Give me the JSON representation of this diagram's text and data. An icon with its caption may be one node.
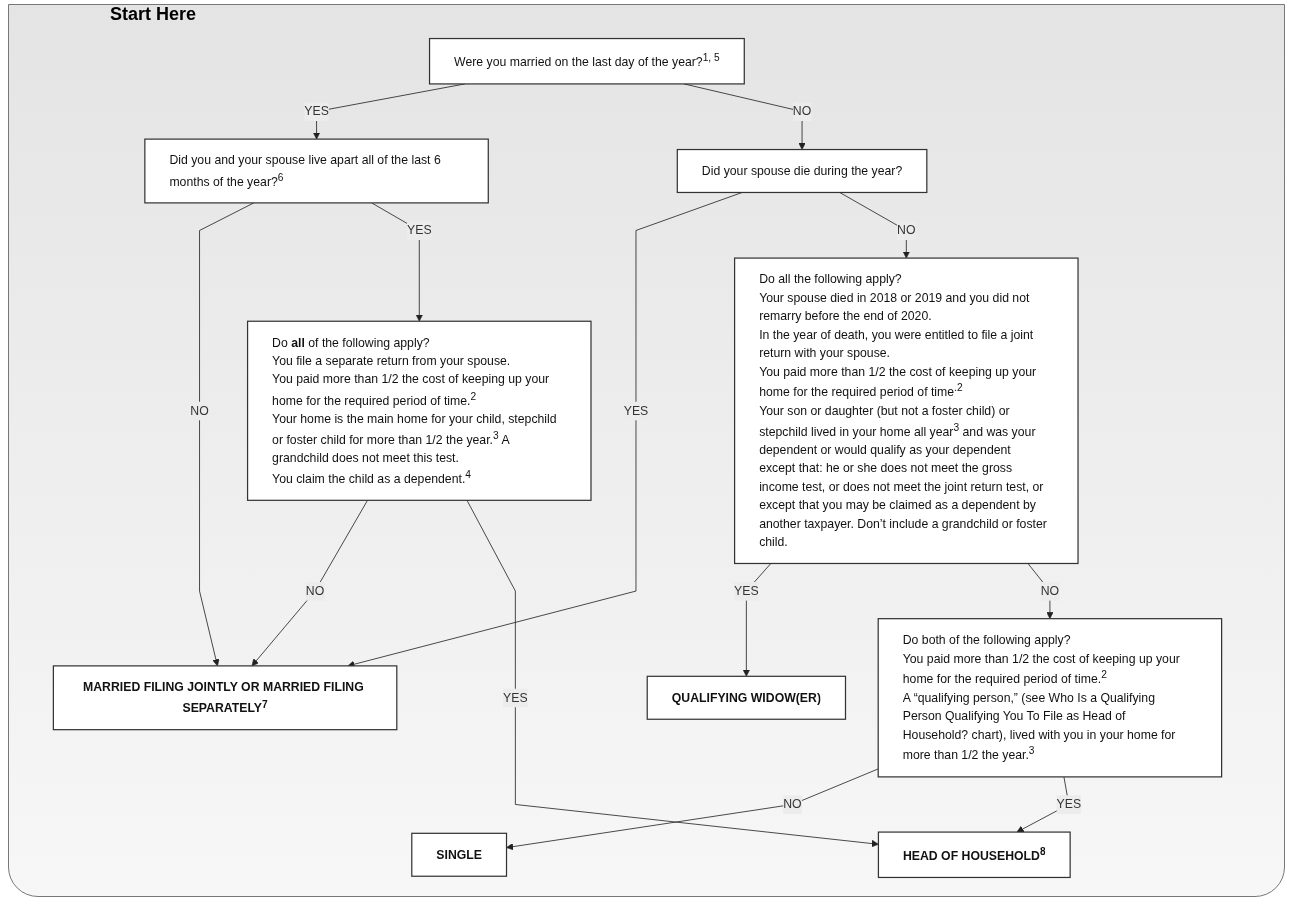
{
  "diagram": {
    "title": "Start Here",
    "nodes": [
      {
        "text": [
          "Were you married on the last day of the year?$^{1, 5}$"
        ]
      },
      {
        "text": [
          "Did your spouse die during the year?"
        ]
      },
      {
        "text": [
          "MARRIED FILING JOINTLY OR MARRIED FILING SEPARATELY$^{7}$"
        ]
      },
      {
        "text": [
          "Did you and your spouse live apart all of the last 6 months of the year?$^{6}$"
        ]
      },
      {
        "text": [
          "Do all the following apply?",
          "Your spouse died in 2018 or 2019 and you did not remarry before the end of 2020.",
          "In the year of death, you were entitled to file a joint return with your spouse.",
          "You paid more than 1/2 the cost of keeping up your home for the required period of time$^{.2}$",
          "Your son or daughter (but not a foster child) or stepchild lived in your home all year$^{3}$ and was your dependent or would qualify as your dependent except that: he or she does not meet the gross income test, or does not meet the joint return test, or except that you may be claimed as a dependent by another taxpayer. Don’t include a grandchild or foster child."
        ]
      },
      {
        "text": [
          "Do **all** of the following apply?",
          "You file a separate return from your spouse.",
          "You paid more than 1/2 the cost of keeping up your home for the required period of time.$^{2}$",
          "Your home is the main home for your child, stepchild or foster child for more than 1/2 the year.$^{3}$ A grandchild does not meet this test.",
          "You claim the child as a dependent.$^{4}$"
        ]
      },
      {
        "text": [
          "QUALIFYING WIDOW(ER)"
        ]
      },
      {
        "text": [
          "Do both of the following apply?",
          "You paid more than 1/2 the cost of keeping up your home for the required period of time.$^{2}$",
          "A “qualifying person,” (see Who Is a Qualifying Person Qualifying You To File as Head of Household? chart), lived with you in your home for more than 1/2 the year.$^{3}$"
        ]
      },
      {
        "text": [
          "SINGLE"
        ]
      },
      {
        "text": [
          "HEAD OF HOUSEHOLD$^{8}$"
        ]
      }
    ],
    "edges": [
      {
        "from": 0,
        "to": 3,
        "arrow": "to",
        "label": "YES"
      },
      {
        "from": 0,
        "to": 1,
        "arrow": "to",
        "label": "NO"
      },
      {
        "from": 1,
        "to": 2,
        "arrow": "to",
        "label": "YES"
      },
      {
        "from": 3,
        "to": 2,
        "arrow": "to",
        "label": "NO"
      },
      {
        "from": 1,
        "to": 4,
        "arrow": "to",
        "label": "NO"
      },
      {
        "from": 3,
        "to": 5,
        "arrow": "to",
        "label": "YES"
      },
      {
        "from": 5,
        "to": 2,
        "arrow": "to",
        "label": "NO"
      },
      {
        "from": 4,
        "to": 6,
        "arrow": "to",
        "label": "YES"
      },
      {
        "from": 4,
        "to": 7,
        "arrow": "to",
        "label": "NO"
      },
      {
        "from": 7,
        "to": 8,
        "arrow": "to",
        "label": "NO"
      },
      {
        "from": 7,
        "to": 9,
        "arrow": "to",
        "label": "YES"
      },
      {
        "from": 5,
        "to": 9,
        "arrow": "to",
        "label": "YES"
      }
    ]
  }
}
